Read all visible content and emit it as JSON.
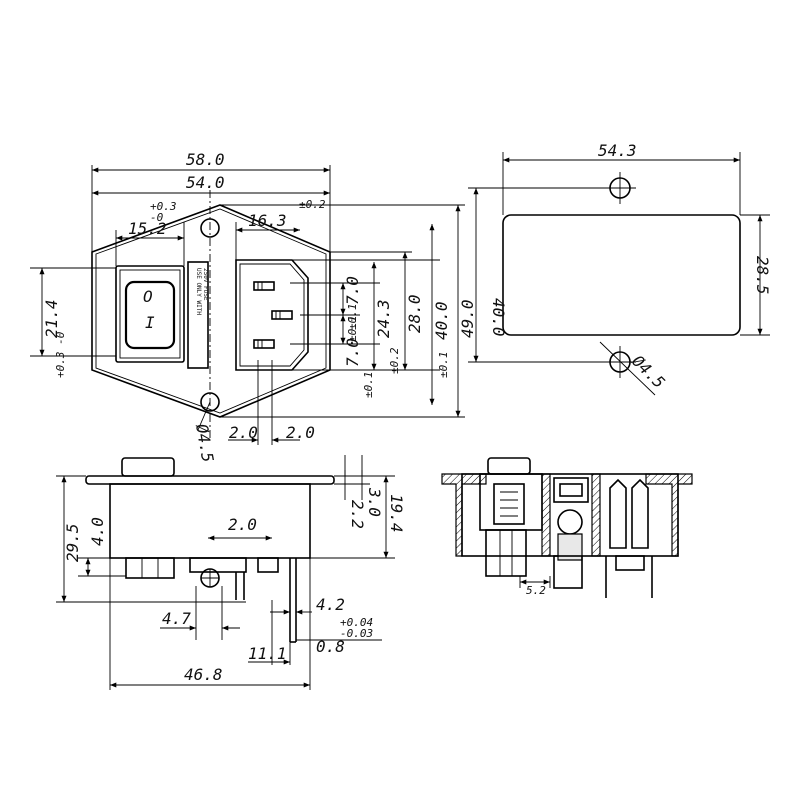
{
  "dimensions": {
    "width_58": "58.0",
    "width_54": "54.0",
    "tol_plus": "+0.3",
    "tol_minus": "-0",
    "tol_pm02": "±0.2",
    "d_16_3": "16.3",
    "d_15_2": "15.2",
    "d_21_4": "21.4",
    "d_21_4_tol": "+0.3 -0",
    "d_7_0_a": "7.0",
    "d_7_0_a_tol": "±0.1",
    "d_7_0_b": "7.0",
    "d_7_0_b_tol": "±0.1",
    "d_24_3": "24.3",
    "d_24_3_tol": "±0.2",
    "d_28_0": "28.0",
    "d_40_0_main": "40.0",
    "d_40_0_main_tol": "±0.1",
    "d_49_0": "49.0",
    "d_2_0_a": "2.0",
    "d_2_0_b": "2.0",
    "hole_dia_left": "Ø4.5",
    "d_54_3": "54.3",
    "d_40_0_cut": "40.0",
    "d_28_5": "28.5",
    "hole_dia_right": "Ø4.5",
    "d_19_4": "19.4",
    "d_3_0": "3.0",
    "d_2_2": "2.2",
    "d_29_5": "29.5",
    "d_4_0": "4.0",
    "d_2_0_side": "2.0",
    "d_4_7": "4.7",
    "d_4_2": "4.2",
    "d_0_8": "0.8",
    "d_0_8_tol_plus": "+0.04",
    "d_0_8_tol_minus": "-0.03",
    "d_11_1": "11.1",
    "d_46_8": "46.8",
    "d_5_2": "5.2"
  },
  "fuse_label_lines": [
    "USE ONLY WITH",
    "250V FUSE"
  ],
  "switch_symbols": {
    "off": "O",
    "on": "I"
  }
}
